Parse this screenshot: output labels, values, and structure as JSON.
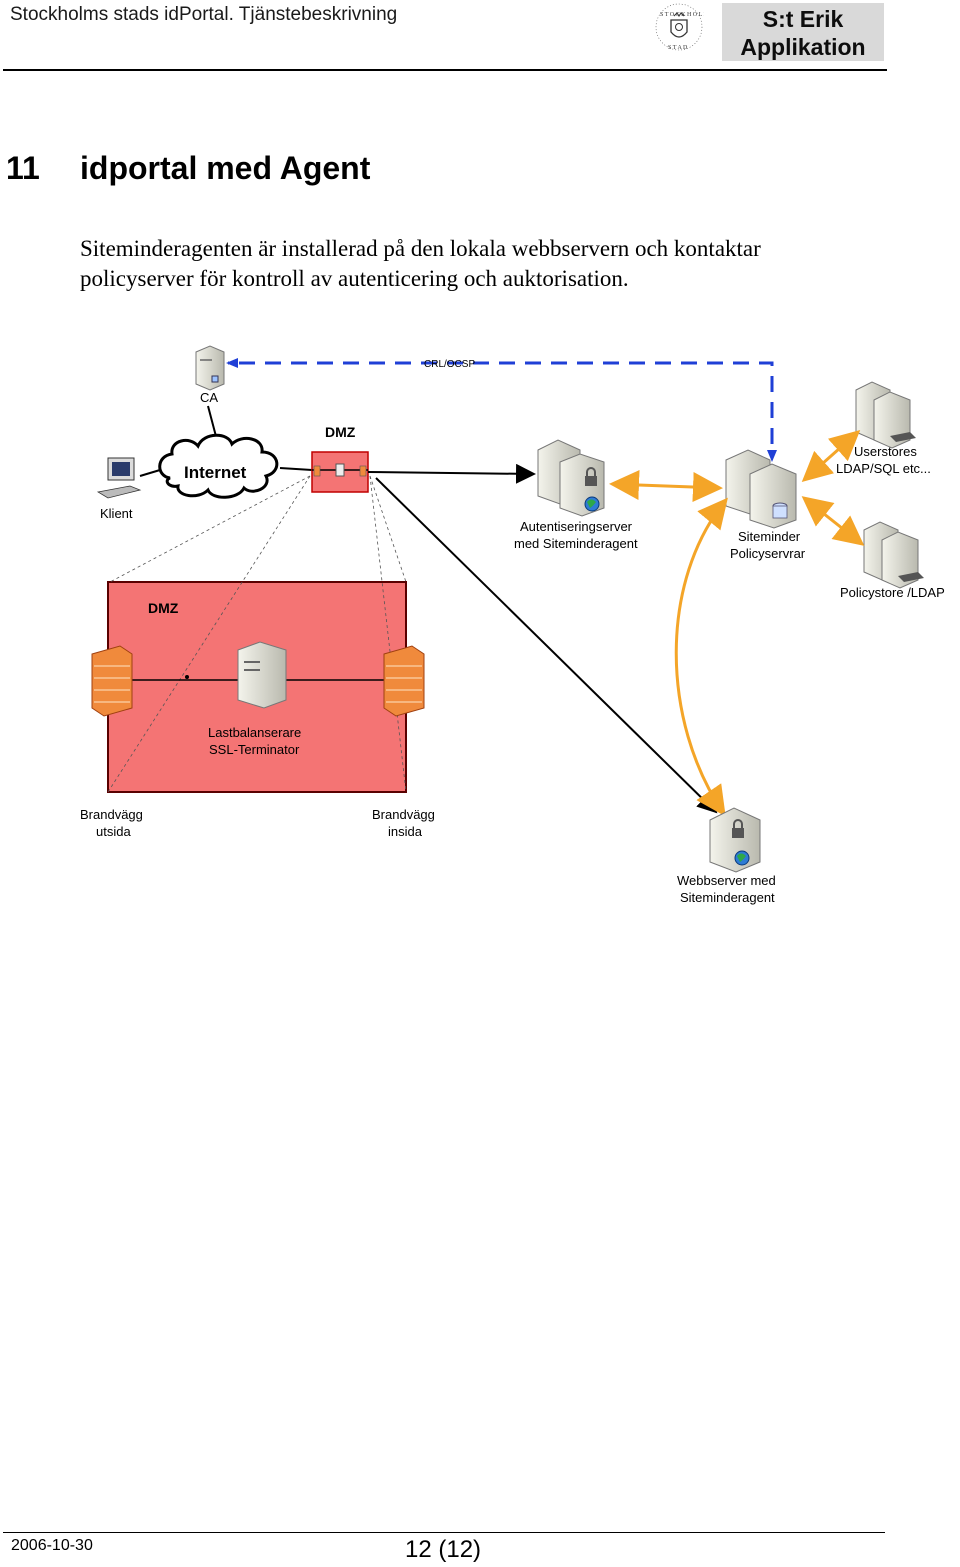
{
  "header": {
    "title": "Stockholms stads idPortal. Tjänstebeskrivning",
    "app_line1": "S:t Erik",
    "app_line2": "Applikation",
    "seal_text": "STOCKHOLMS STAD"
  },
  "section": {
    "number": "11",
    "title": "idportal med Agent"
  },
  "body": {
    "line1": "Siteminderagenten är installerad på den lokala webbservern och kontaktar",
    "line2": "policyserver för kontroll av autenticering och auktorisation."
  },
  "diagram": {
    "crl_label": "CRL/OCSP",
    "ca_label": "CA",
    "internet_label": "Internet",
    "dmz_top_label": "DMZ",
    "client_label": "Klient",
    "auth_server_line1": "Autentiseringserver",
    "auth_server_line2": "med Siteminderagent",
    "siteminder_line1": "Siteminder",
    "siteminder_line2": "Policyservrar",
    "userstores_line1": "Userstores",
    "userstores_line2": "LDAP/SQL etc...",
    "policystore_label": "Policystore /LDAP",
    "dmz_zone_label": "DMZ",
    "lb_line1": "Lastbalanserare",
    "lb_line2": "SSL-Terminator",
    "fw_out_line1": "Brandvägg",
    "fw_out_line2": "utsida",
    "fw_in_line1": "Brandvägg",
    "fw_in_line2": "insida",
    "webserver_line1": "Webbserver med",
    "webserver_line2": "Siteminderagent",
    "colors": {
      "dmz_fill": "#f47474",
      "dmz_border": "#c00000",
      "orange": "#f4a528",
      "blue": "#1f3fd6",
      "firewall": "#f08a3c"
    }
  },
  "footer": {
    "date": "2006-10-30",
    "page": "12 (12)"
  }
}
